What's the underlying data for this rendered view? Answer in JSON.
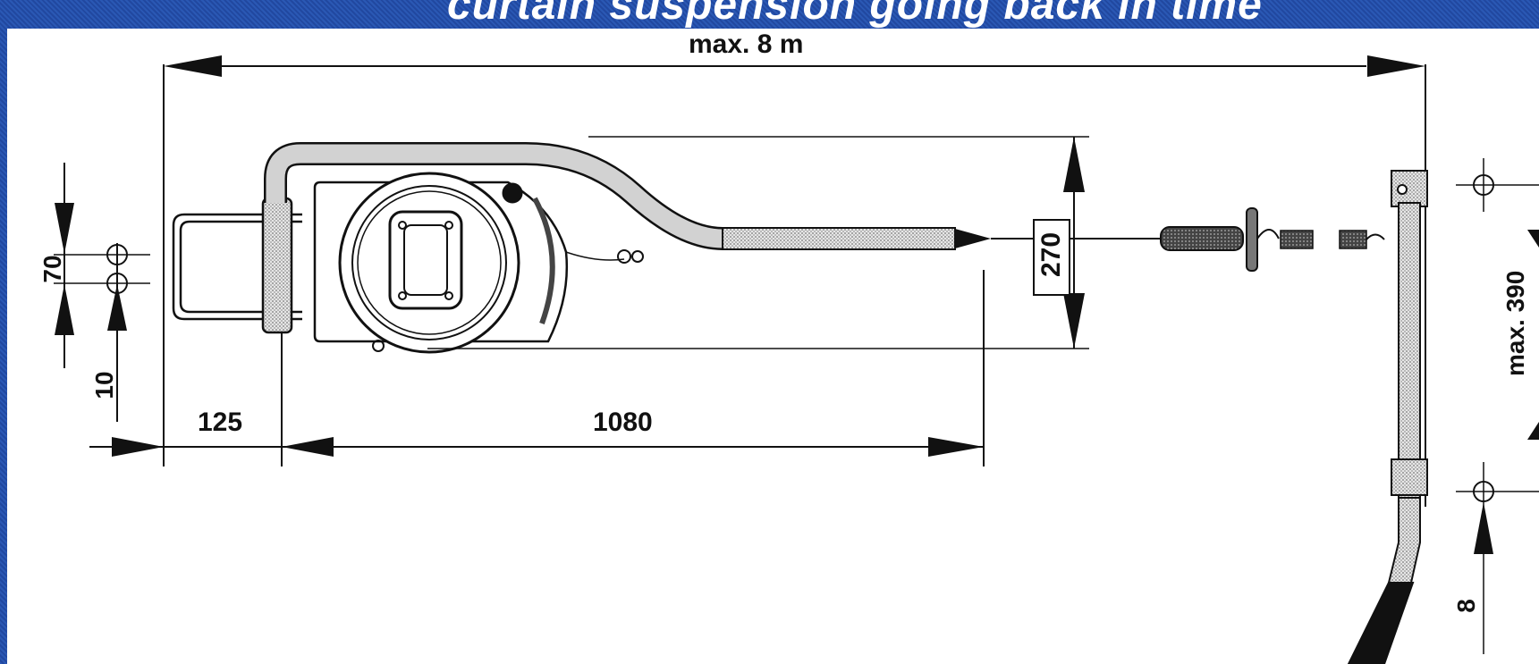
{
  "banner": {
    "title": "curtain suspension going back in time"
  },
  "dimensions": {
    "overall_length": "max. 8 m",
    "bracket_offset": "125",
    "drum_to_cable_end": "1080",
    "drum_height": "270",
    "mount_hole_spacing": "70",
    "mount_hole_offset": "10",
    "max_drop": "max. 390",
    "end_hole_offset": "8"
  },
  "colors": {
    "frame": "#2450a8",
    "line": "#111111",
    "tube_fill": "#cfcfcf"
  }
}
